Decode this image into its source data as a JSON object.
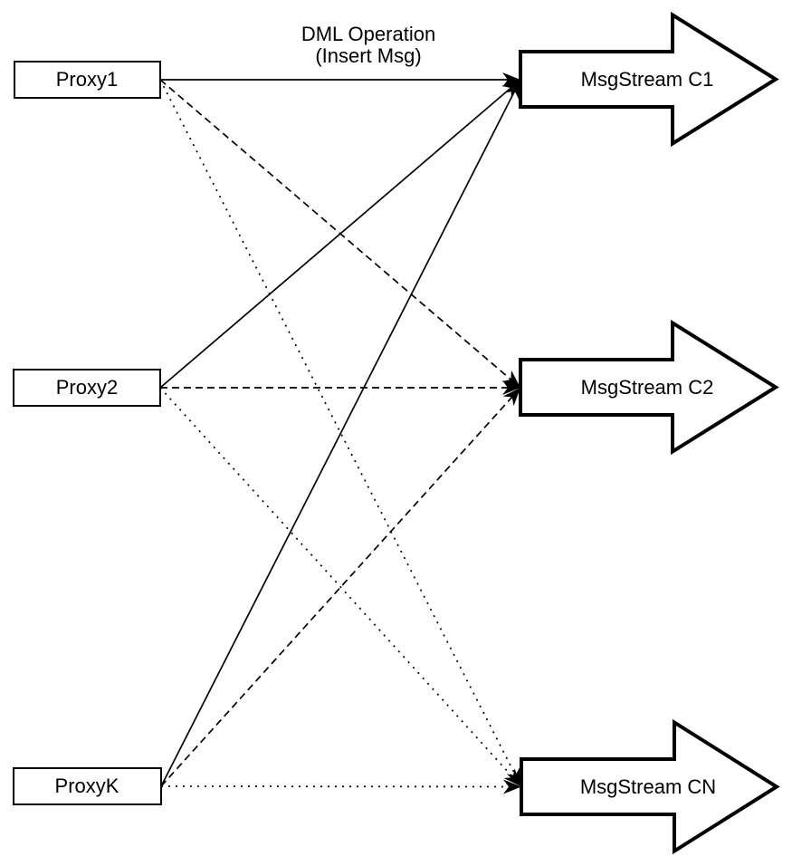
{
  "diagram": {
    "title_line1": "DML Operation",
    "title_line2": "(Insert Msg)",
    "proxies": [
      {
        "id": "proxy1",
        "label": "Proxy1"
      },
      {
        "id": "proxy2",
        "label": "Proxy2"
      },
      {
        "id": "proxyk",
        "label": "ProxyK"
      }
    ],
    "streams": [
      {
        "id": "c1",
        "label": "MsgStream C1"
      },
      {
        "id": "c2",
        "label": "MsgStream C2"
      },
      {
        "id": "cn",
        "label": "MsgStream CN"
      }
    ],
    "edges": [
      {
        "from": "proxy1",
        "to": "c1",
        "style": "solid"
      },
      {
        "from": "proxy1",
        "to": "c2",
        "style": "dashed"
      },
      {
        "from": "proxy1",
        "to": "cn",
        "style": "dotted"
      },
      {
        "from": "proxy2",
        "to": "c1",
        "style": "solid"
      },
      {
        "from": "proxy2",
        "to": "c2",
        "style": "dashed"
      },
      {
        "from": "proxy2",
        "to": "cn",
        "style": "dotted"
      },
      {
        "from": "proxyk",
        "to": "c1",
        "style": "solid"
      },
      {
        "from": "proxyk",
        "to": "c2",
        "style": "dashed"
      },
      {
        "from": "proxyk",
        "to": "cn",
        "style": "dotted"
      }
    ]
  },
  "colors": {
    "background": "#ffffff",
    "line": "#000000",
    "shape_fill": "#ffffff"
  }
}
